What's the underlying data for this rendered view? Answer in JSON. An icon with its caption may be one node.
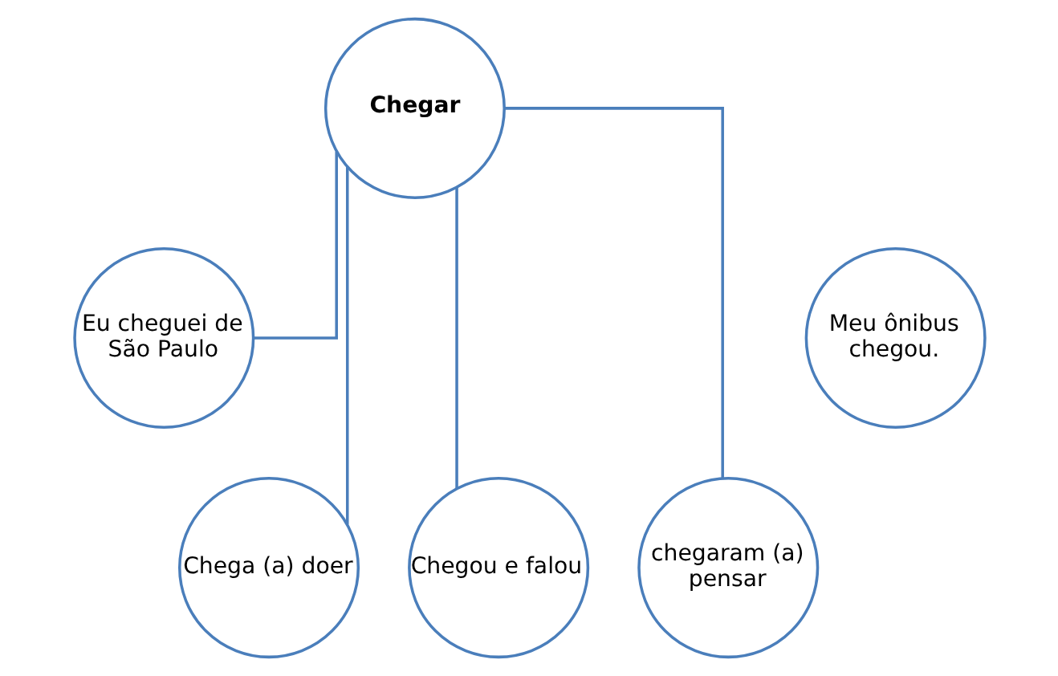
{
  "diagram": {
    "nodes": [
      {
        "text": [
          "Chegar"
        ]
      },
      {
        "text": [
          "Eu cheguei de São Paulo"
        ]
      },
      {
        "text": [
          "Meu ônibus chegou."
        ]
      },
      {
        "text": [
          "Chega (a) doer"
        ]
      },
      {
        "text": [
          "Chegou e falou"
        ]
      },
      {
        "text": [
          "chegaram (a) pensar"
        ]
      }
    ],
    "edges": [
      {
        "from": 0,
        "to": 1,
        "arrow": "none"
      },
      {
        "from": 0,
        "to": 3,
        "arrow": "none"
      },
      {
        "from": 0,
        "to": 4,
        "arrow": "none"
      },
      {
        "from": 0,
        "to": 5,
        "arrow": "none"
      }
    ]
  }
}
